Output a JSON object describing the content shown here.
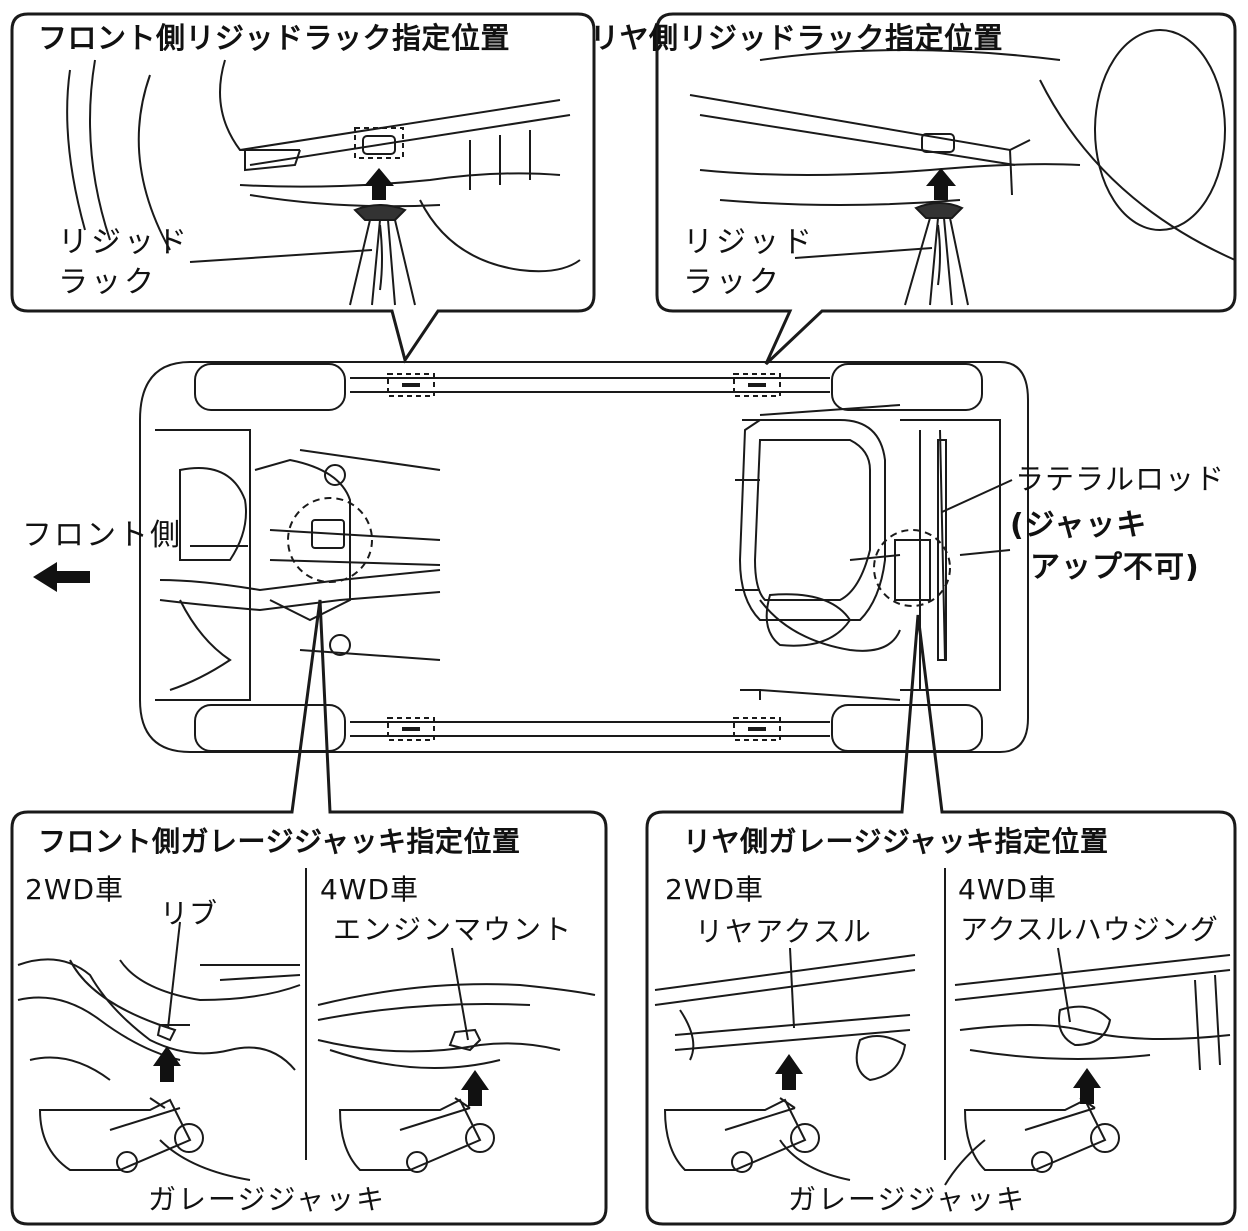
{
  "callouts": {
    "front_rigid": {
      "title": "フロント側リジッドラック指定位置",
      "label_line1": "リジッド",
      "label_line2": "ラック"
    },
    "rear_rigid": {
      "title": "リヤ側リジッドラック指定位置",
      "label_line1": "リジッド",
      "label_line2": "ラック"
    },
    "front_jack": {
      "title": "フロント側ガレージジャッキ指定位置",
      "left_variant": "2WD車",
      "right_variant": "4WD車",
      "left_label": "リブ",
      "right_label": "エンジンマウント",
      "bottom_label": "ガレージジャッキ"
    },
    "rear_jack": {
      "title": "リヤ側ガレージジャッキ指定位置",
      "left_variant": "2WD車",
      "right_variant": "4WD車",
      "left_label": "リヤアクスル",
      "right_label": "アクスルハウジング",
      "bottom_label": "ガレージジャッキ"
    }
  },
  "center": {
    "front_side_label": "フロント側",
    "lateral_rod_label": "ラテラルロッド",
    "no_jack_line1": "(ジャッキ",
    "no_jack_line2": "アップ不可)"
  },
  "colors": {
    "line": "#1a1a1a",
    "arrow": "#111111",
    "background": "#ffffff"
  }
}
